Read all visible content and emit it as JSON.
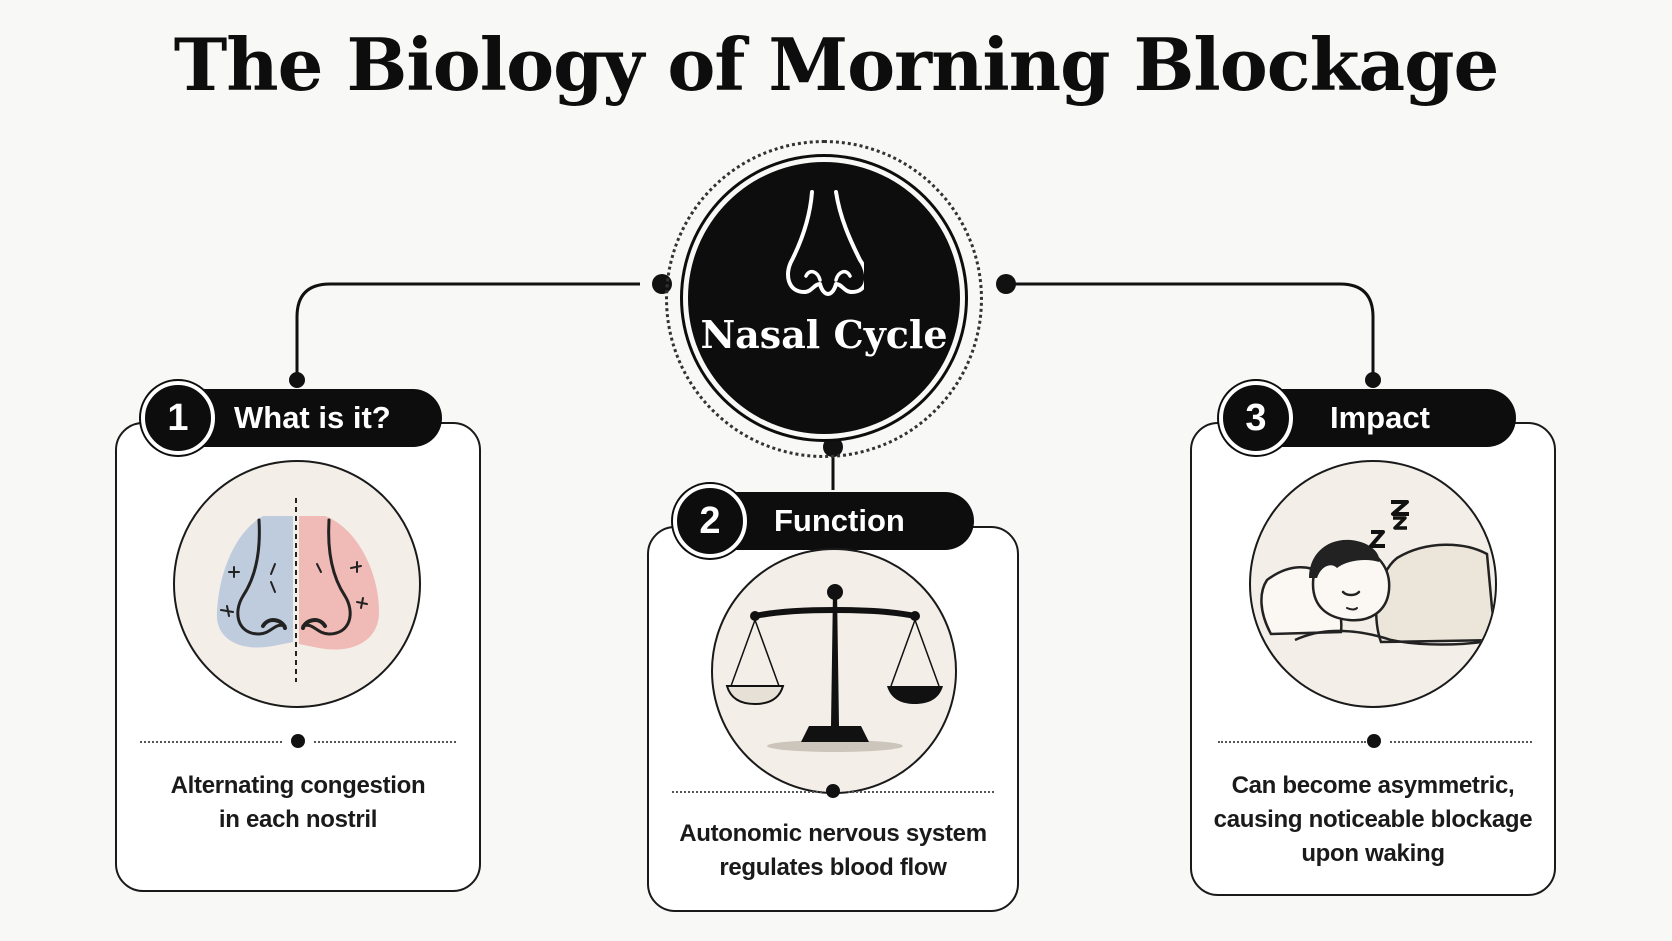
{
  "title": "The Biology of Morning Blockage",
  "hub": {
    "label": "Nasal Cycle",
    "icon": "nose-icon"
  },
  "steps": [
    {
      "number": "1",
      "label": "What is it?",
      "icon": "nostrils-congestion-icon",
      "description_lines": [
        "Alternating congestion",
        "in each nostril"
      ]
    },
    {
      "number": "2",
      "label": "Function",
      "icon": "balance-scale-icon",
      "description_lines": [
        "Autonomic nervous system",
        "regulates blood flow"
      ]
    },
    {
      "number": "3",
      "label": "Impact",
      "icon": "sleeping-person-icon",
      "description_lines": [
        "Can become asymmetric,",
        "causing noticeable blockage",
        "upon waking"
      ]
    }
  ],
  "colors": {
    "ink": "#0d0d0d",
    "background": "#f8f8f7",
    "left_nostril": "#b9c8dc",
    "right_nostril": "#f0b4b0",
    "illustration_bg": "#f3eee8"
  }
}
